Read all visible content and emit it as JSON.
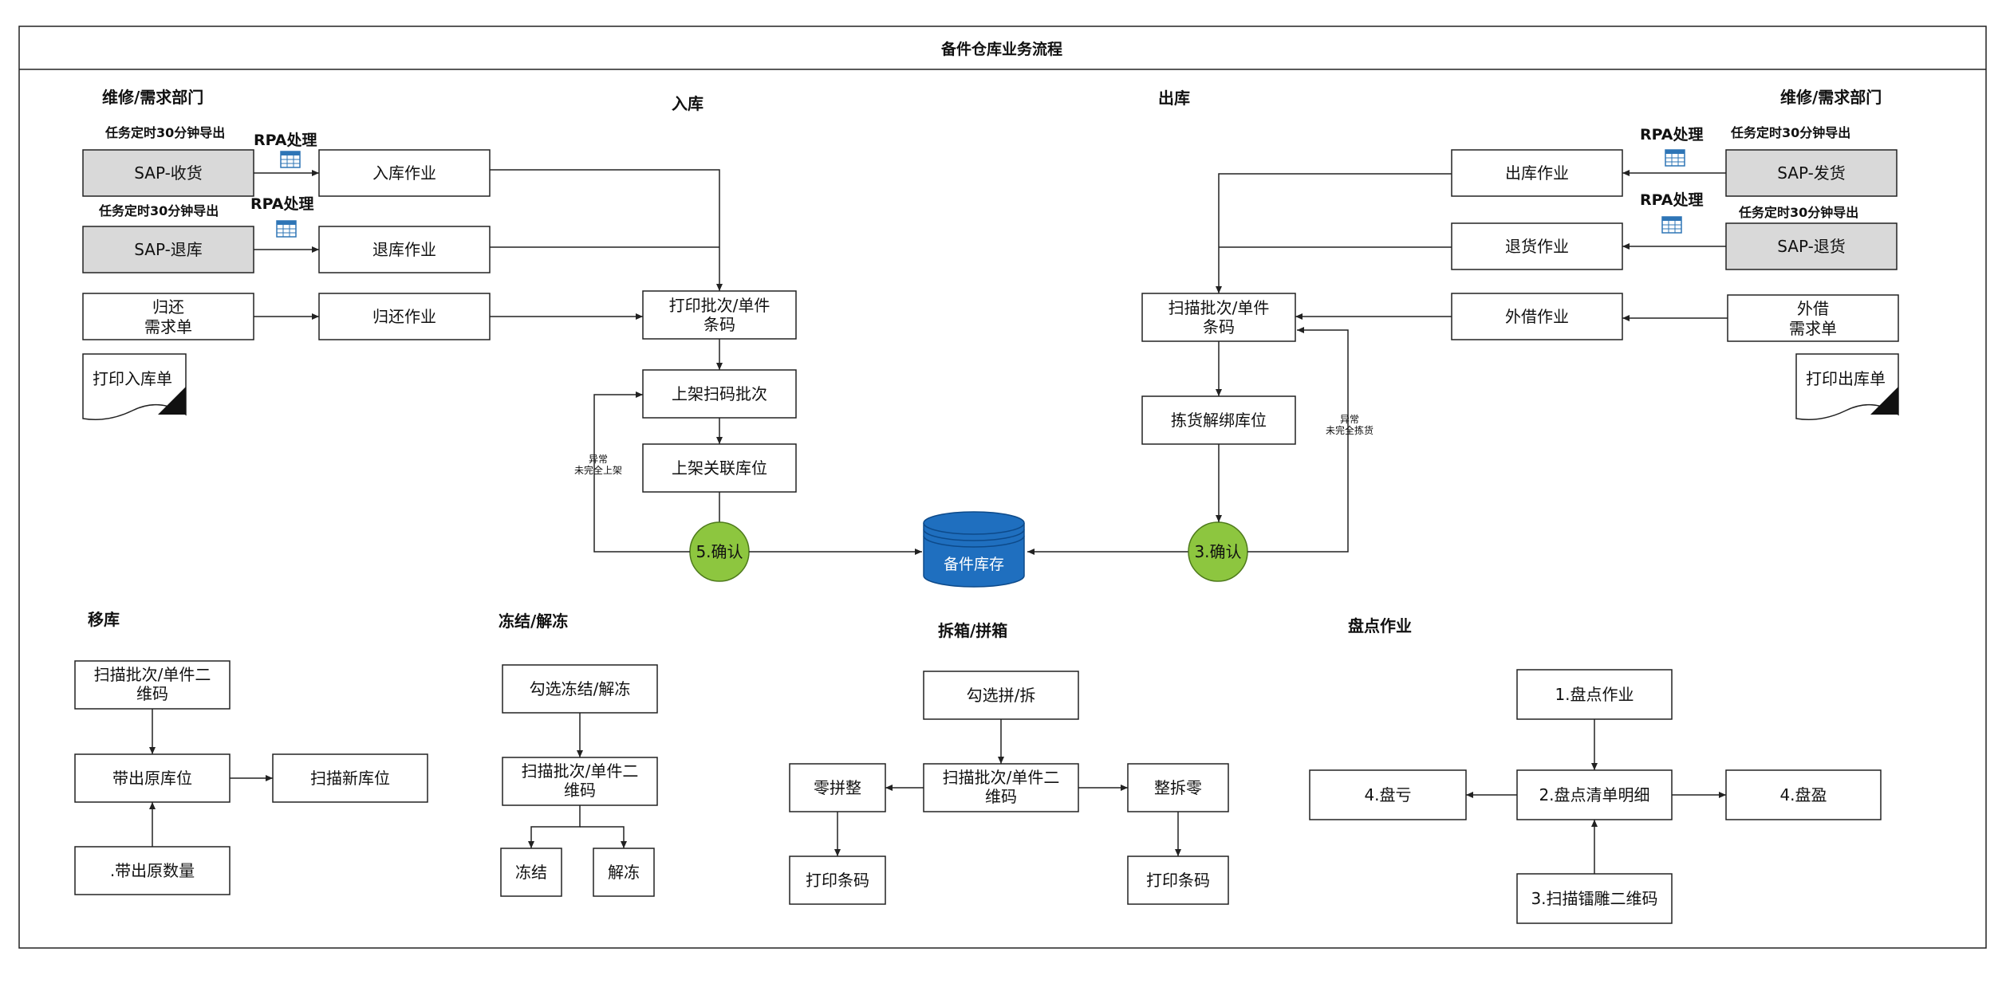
{
  "title": "备件仓库业务流程",
  "sections": {
    "left_dept": "维修/需求部门",
    "right_dept": "维修/需求部门",
    "inbound": "入库",
    "outbound": "出库",
    "move": "移库",
    "freeze": "冻结/解冻",
    "split": "拆箱/拼箱",
    "inventory": "盘点作业"
  },
  "notes": {
    "task_export": "任务定时30分钟导出",
    "rpa": "RPA处理",
    "exc_left_1": "异常",
    "exc_left_2": "未完全上架",
    "exc_right_1": "异常",
    "exc_right_2": "未完全拣货"
  },
  "nodes": {
    "sap_receive": "SAP-收货",
    "sap_return_stock": "SAP-退库",
    "return_req_1": "归还",
    "return_req_2": "需求单",
    "print_in": "打印入库单",
    "inbound_op": "入库作业",
    "return_stock_op": "退库作业",
    "return_op": "归还作业",
    "print_barcode_1": "打印批次/单件",
    "print_barcode_2": "条码",
    "shelf_scan": "上架扫码批次",
    "shelf_link": "上架关联库位",
    "confirm5": "5.确认",
    "db": "备件库存",
    "confirm3": "3.确认",
    "sap_ship": "SAP-发货",
    "sap_return_goods": "SAP-退货",
    "borrow_req_1": "外借",
    "borrow_req_2": "需求单",
    "print_out": "打印出库单",
    "outbound_op": "出库作业",
    "return_goods_op": "退货作业",
    "borrow_op": "外借作业",
    "scan_barcode_1": "扫描批次/单件",
    "scan_barcode_2": "条码",
    "pick_unbind": "拣货解绑库位",
    "move_scan_1": "扫描批次/单件二",
    "move_scan_2": "维码",
    "move_take": "带出原库位",
    "move_new": "扫描新库位",
    "move_qty": ".带出原数量",
    "freeze_select": "勾选冻结/解冻",
    "freeze_scan_1": "扫描批次/单件二",
    "freeze_scan_2": "维码",
    "freeze": "冻结",
    "unfreeze": "解冻",
    "split_select": "勾选拼/拆",
    "split_scan_1": "扫描批次/单件二",
    "split_scan_2": "维码",
    "merge": "零拼整",
    "break": "整拆零",
    "print_code_l": "打印条码",
    "print_code_r": "打印条码",
    "inv_op": "1.盘点作业",
    "inv_detail": "2.盘点清单明细",
    "inv_loss": "4.盘亏",
    "inv_gain": "4.盘盈",
    "inv_scan": "3.扫描镭雕二维码"
  },
  "colors": {
    "sap_fill": "#d9d9d9",
    "confirm_fill": "#8dc63f",
    "db_fill": "#1f6fbf",
    "rpa_icon": "#2e75b6"
  },
  "icons": {
    "rpa": "table-icon",
    "document": "document-icon",
    "database": "database-icon"
  }
}
